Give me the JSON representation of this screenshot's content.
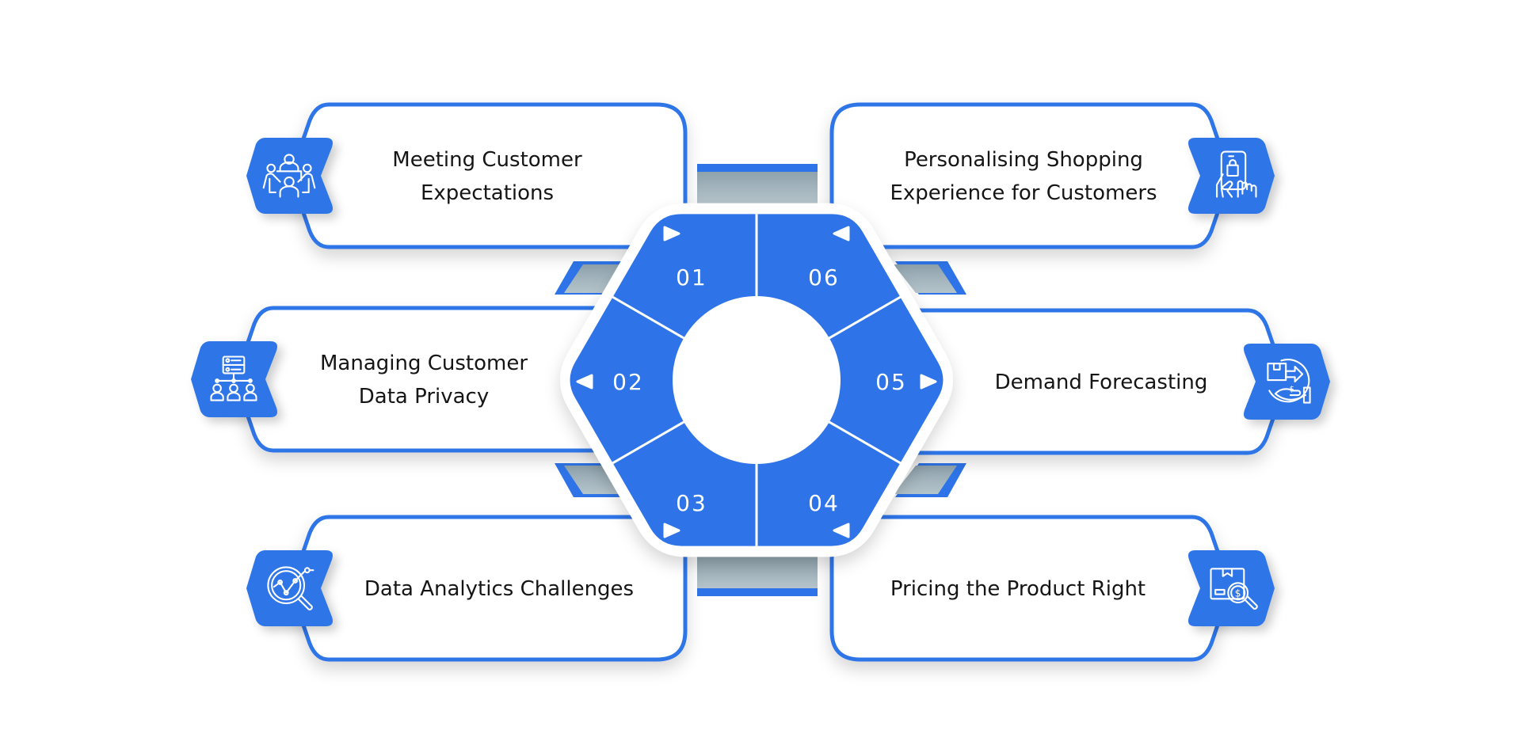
{
  "diagram": {
    "title": "",
    "accent_color": "#2E74E8",
    "connector_color": "#A9BAC2",
    "center_fill": "#FFFFFF",
    "steps": [
      {
        "number": "01",
        "lines": [
          "Meeting Customer",
          "Expectations"
        ],
        "icon": "meeting-people-icon",
        "side": "left",
        "arrow": "right"
      },
      {
        "number": "02",
        "lines": [
          "Managing Customer",
          "Data Privacy"
        ],
        "icon": "data-hierarchy-icon",
        "side": "left",
        "arrow": "left"
      },
      {
        "number": "03",
        "lines": [
          "Data Analytics Challenges"
        ],
        "icon": "analytics-magnifier-icon",
        "side": "left",
        "arrow": "right"
      },
      {
        "number": "04",
        "lines": [
          "Pricing the Product Right"
        ],
        "icon": "price-search-box-icon",
        "side": "right",
        "arrow": "left"
      },
      {
        "number": "05",
        "lines": [
          "Demand Forecasting"
        ],
        "icon": "demand-delivery-icon",
        "side": "right",
        "arrow": "right"
      },
      {
        "number": "06",
        "lines": [
          "Personalising Shopping",
          "Experience for Customers"
        ],
        "icon": "mobile-shopping-icon",
        "side": "right",
        "arrow": "left"
      }
    ]
  }
}
